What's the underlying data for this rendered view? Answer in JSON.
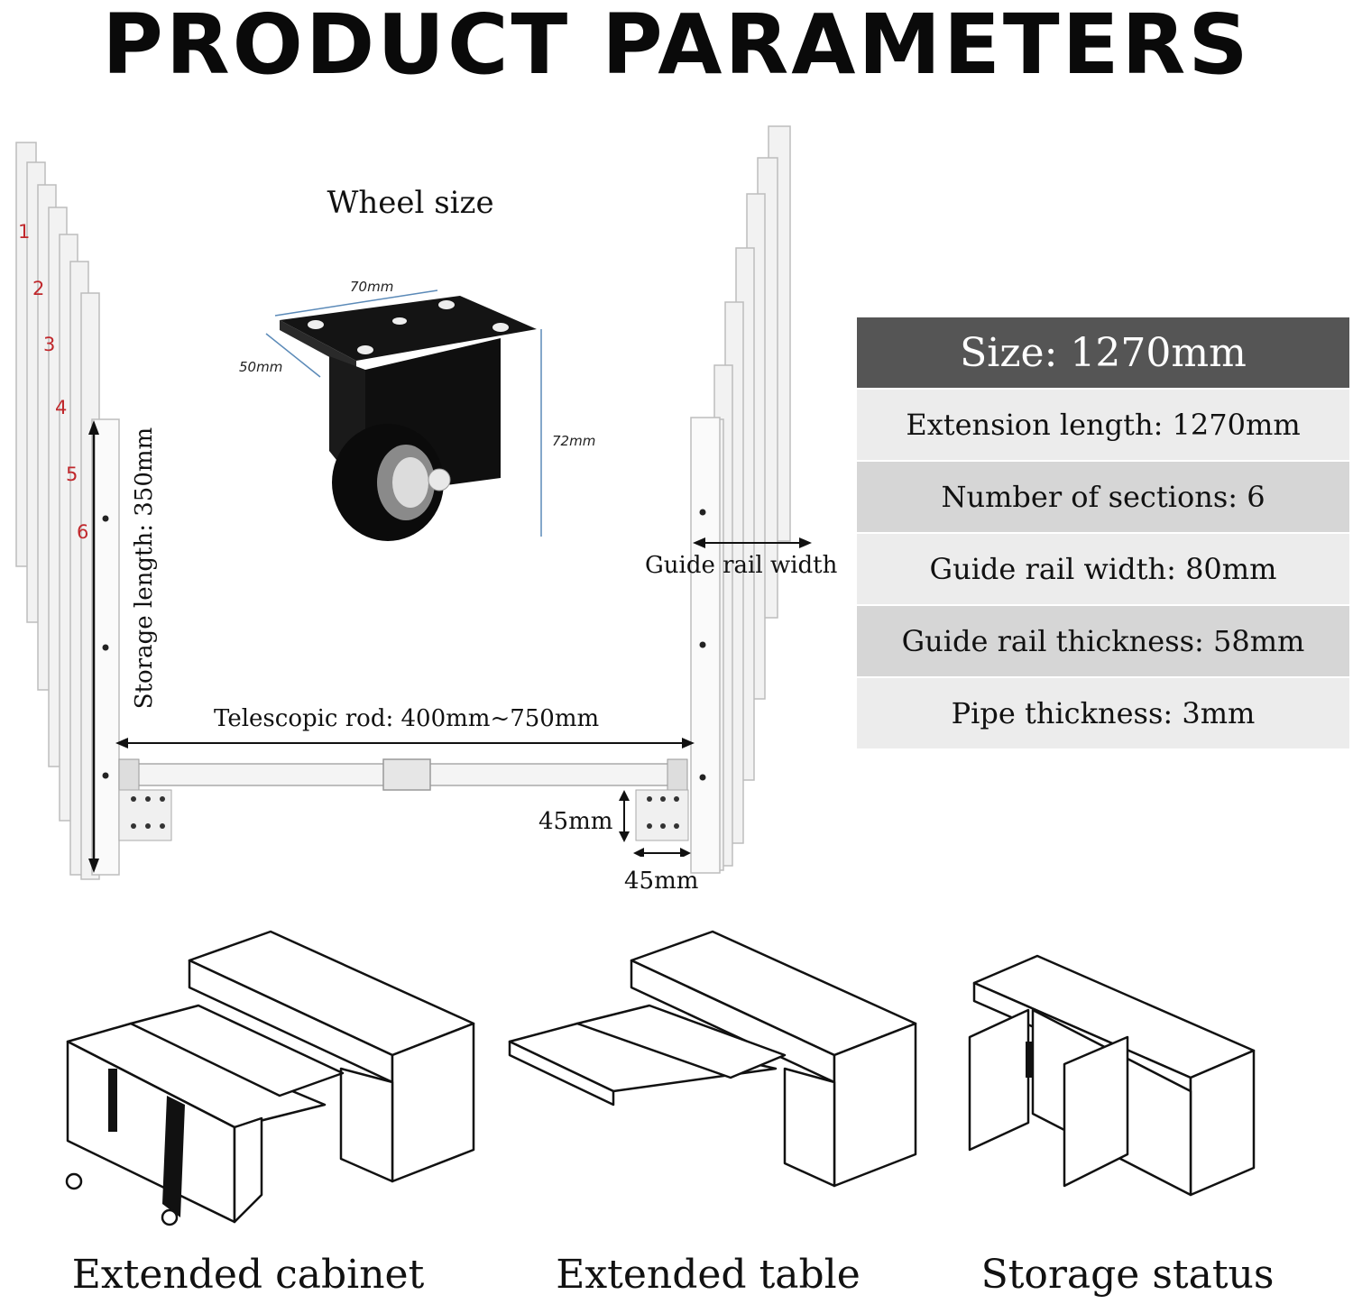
{
  "header": {
    "title": "PRODUCT PARAMETERS"
  },
  "wheel": {
    "label": "Wheel size",
    "dim_width": "70mm",
    "dim_depth": "50mm",
    "dim_height": "72mm"
  },
  "rail": {
    "section_numbers": [
      "1",
      "2",
      "3",
      "4",
      "5",
      "6"
    ],
    "storage_length": "Storage length: 350mm",
    "guide_rail_width_label": "Guide rail width",
    "telescopic_rod": "Telescopic rod: 400mm~750mm",
    "bracket_height": "45mm",
    "bracket_width": "45mm"
  },
  "specs": {
    "header": "Size: 1270mm",
    "rows": [
      "Extension length: 1270mm",
      "Number of sections: 6",
      "Guide rail width: 80mm",
      "Guide rail thickness: 58mm",
      "Pipe thickness: 3mm"
    ]
  },
  "captions": [
    "Extended cabinet",
    "Extended table",
    "Storage status"
  ]
}
